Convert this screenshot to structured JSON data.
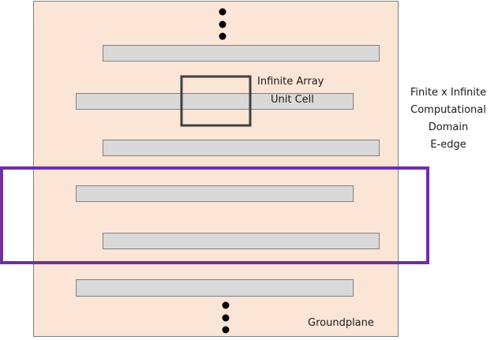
{
  "labels": {
    "unit_cell_line1": "Infinite Array",
    "unit_cell_line2": "Unit Cell",
    "domain_line1": "Finite x Infinite",
    "domain_line2": "Computational",
    "domain_line3": "Domain",
    "domain_line4": "E-edge",
    "groundplane": "Groundplane"
  },
  "colors": {
    "groundplane_fill": "#fbe5d6",
    "strip_fill": "#d9d9d9",
    "strip_stroke": "#7f7f7f",
    "unit_cell_stroke": "#404040",
    "domain_box_stroke": "#7030a0",
    "ellipsis_dots": "#000000"
  },
  "icons": [
    "ellipsis-vertical-top",
    "ellipsis-vertical-bottom"
  ]
}
